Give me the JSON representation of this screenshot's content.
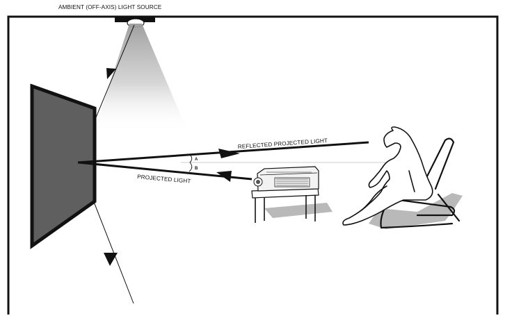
{
  "labels": {
    "light_source": "AMBIENT (OFF-AXIS) LIGHT SOURCE",
    "reflected": "REFLECTED PROJECTED LIGHT",
    "projected": "PROJECTED LIGHT",
    "angle_a": "A",
    "angle_b": "B"
  },
  "colors": {
    "frame": "#111111",
    "screen_fill": "#5f5f5f",
    "shadow": "#b9b9b9",
    "beam": "#9a9a9a"
  },
  "icons": {
    "light_source": "ceiling-lamp-icon",
    "projector": "projector-icon",
    "viewer": "seated-person-icon"
  }
}
